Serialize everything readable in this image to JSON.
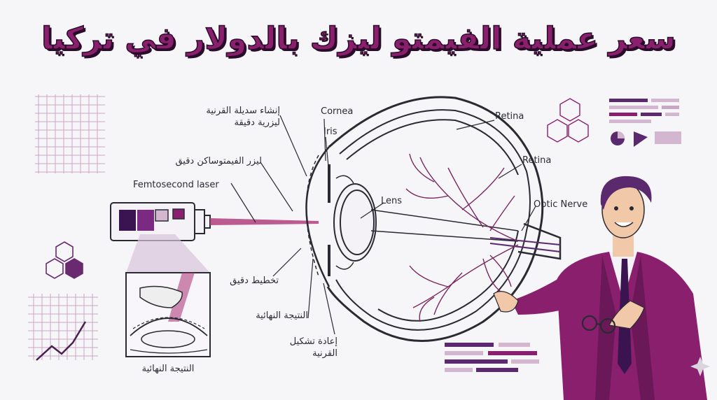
{
  "title": "سعر عملية الفيمتو ليزك بالدولار في تركيا",
  "labels": {
    "flap_line1": "إنشاء سديلة القرنية",
    "flap_line2": "ليزرية دقيقة",
    "femto_ar": "ليزر الفيمتوساكن دقيق",
    "femto_en": "Femtosecond laser",
    "precise_planning": "تخطيط دقيق",
    "final_result": "النتيجة النهائية",
    "reshape_line1": "إعادة تشكيل",
    "reshape_line2": "القرنية",
    "inset_result": "النتيجة النهائية",
    "cornea": "Cornea",
    "iris": "Iris",
    "lens": "Lens",
    "retina_1": "Retina",
    "retina_2": "Retina",
    "optic_nerve": "Optic Nerve"
  },
  "colors": {
    "accent": "#8a1f6e",
    "dark": "#2a0d2a",
    "purple": "#5b2a6e",
    "line": "#3a3a44",
    "vessel": "#7a2860"
  }
}
